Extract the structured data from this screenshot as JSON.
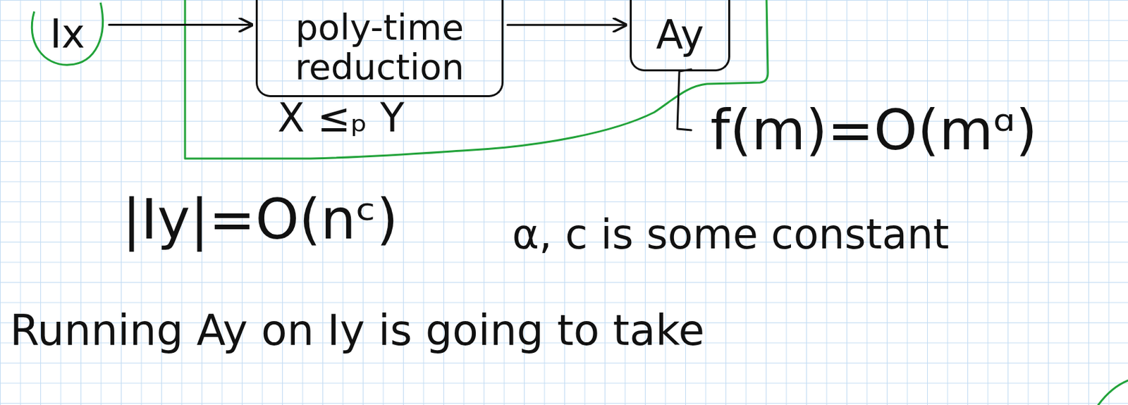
{
  "diagram": {
    "nodes": [
      {
        "text": [
          "Ix"
        ]
      },
      {
        "text": [
          "poly-time",
          "reduction"
        ]
      },
      {
        "text": [
          "Ay"
        ]
      }
    ],
    "edges": [
      {
        "from": 0,
        "to": 1,
        "arrow": "to"
      },
      {
        "from": 1,
        "to": 2,
        "arrow": "to"
      }
    ],
    "labels": [
      "X ≤ₚ Y",
      "f(m)=O(mᵅ)",
      "|Iy|=O(nᶜ)",
      "α, c is some constant",
      "Running Ay on Iy is going to take"
    ]
  }
}
